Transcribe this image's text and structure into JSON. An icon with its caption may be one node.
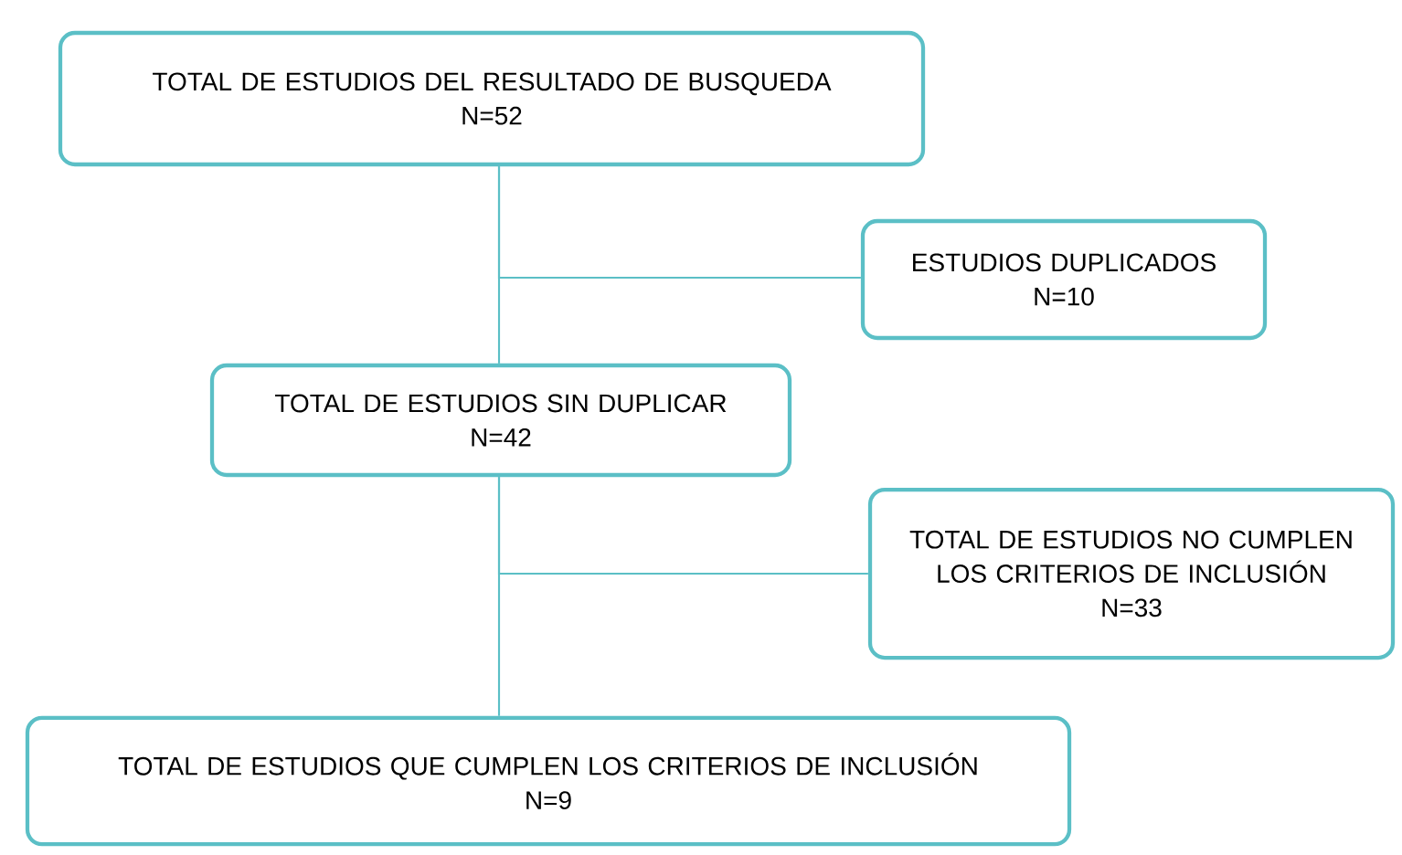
{
  "diagram": {
    "nodes": [
      {
        "text": [
          "TOTAL DE ESTUDIOS DEL RESULTADO DE BUSQUEDA",
          "N=52"
        ]
      },
      {
        "text": [
          "ESTUDIOS DUPLICADOS",
          "N=10"
        ]
      },
      {
        "text": [
          "TOTAL DE ESTUDIOS SIN DUPLICAR",
          "N=42"
        ]
      },
      {
        "text": [
          "TOTAL DE ESTUDIOS NO CUMPLEN LOS CRITERIOS DE INCLUSIÓN",
          "N=33"
        ]
      },
      {
        "text": [
          "TOTAL DE ESTUDIOS QUE CUMPLEN LOS CRITERIOS DE INCLUSIÓN",
          "N=9"
        ]
      }
    ],
    "edges": [
      {
        "from": 0,
        "to": 2,
        "arrow": "none"
      },
      {
        "from": 0,
        "to": 1,
        "arrow": "none"
      },
      {
        "from": 2,
        "to": 4,
        "arrow": "none"
      },
      {
        "from": 2,
        "to": 3,
        "arrow": "none"
      }
    ]
  }
}
